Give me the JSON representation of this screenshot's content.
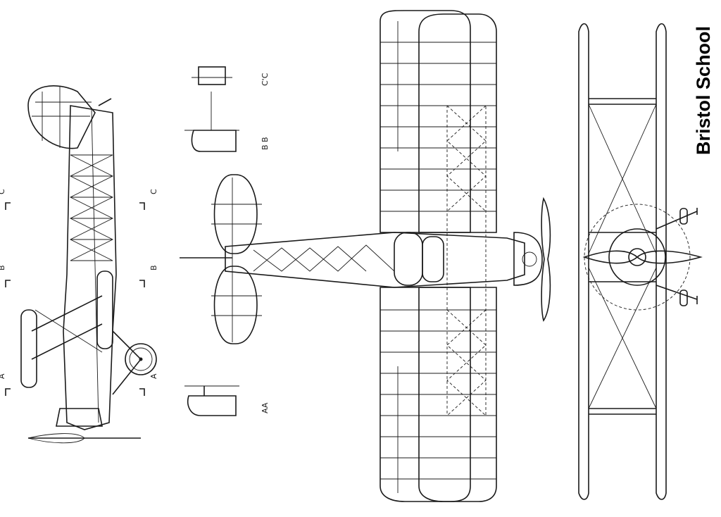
{
  "title": "Bristol School",
  "section_labels": {
    "aa": "AA",
    "bb": "B B",
    "cc": "C'C"
  },
  "cut_markers": {
    "a": "A",
    "b": "B",
    "c": "C"
  }
}
